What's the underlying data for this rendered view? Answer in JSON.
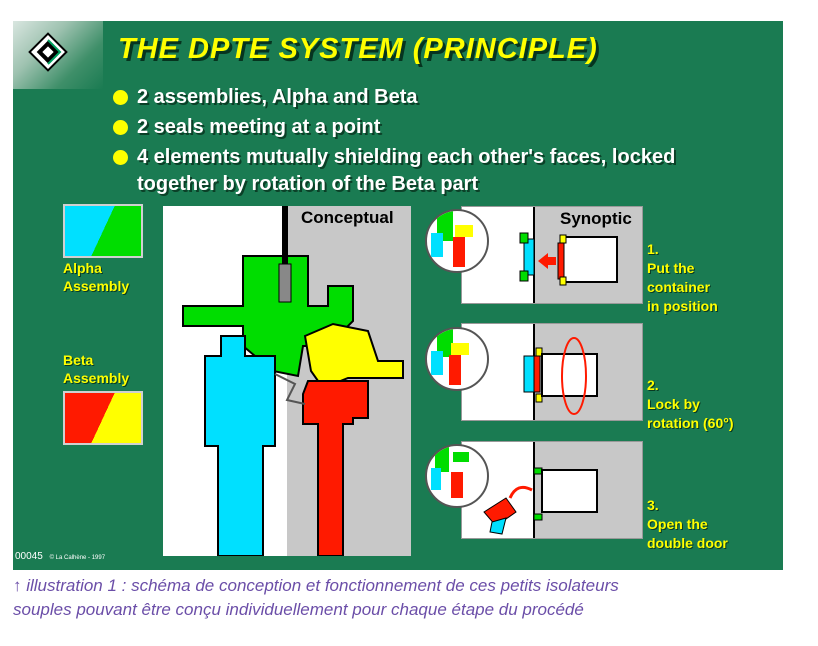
{
  "slide": {
    "title": "THE DPTE SYSTEM (PRINCIPLE)",
    "bullets": [
      "2 assemblies, Alpha and Beta",
      "2 seals meeting at a point",
      "4 elements mutually shielding each other's faces, locked",
      "together by rotation of the Beta part"
    ],
    "legend": {
      "alpha": {
        "line1": "Alpha",
        "line2": "Assembly",
        "colors": [
          "#00e0ff",
          "#00dd00"
        ]
      },
      "beta": {
        "line1": "Beta",
        "line2": "Assembly",
        "colors": [
          "#ff1a00",
          "#ffff00"
        ]
      }
    },
    "conceptual_heading": "Conceptual",
    "synoptic_heading": "Synoptic",
    "steps": [
      {
        "number": "1.",
        "lines": [
          "Put the",
          "container",
          "in position"
        ]
      },
      {
        "number": "2.",
        "lines": [
          "Lock by",
          "rotation (60°)"
        ]
      },
      {
        "number": "3.",
        "lines": [
          "Open the",
          "double door"
        ]
      }
    ],
    "footer_ref": "00045",
    "footer_copyright": "© La Calhène - 1997"
  },
  "caption": {
    "line1": "↑ illustration 1 : schéma de conception et fonctionnement de ces petits isolateurs",
    "line2": "souples pouvant être conçu individuellement pour chaque étape du procédé"
  },
  "colors": {
    "background": "#1a7b52",
    "title": "#ffff00",
    "alpha_cyan": "#00e0ff",
    "alpha_green": "#00dd00",
    "beta_red": "#ff1a00",
    "beta_yellow": "#ffff00",
    "caption": "#6b4ea8"
  },
  "icons": [
    "diamond-logo-icon",
    "rotation-arrow-icon",
    "push-arrow-icon",
    "door-open-arrow-icon"
  ]
}
